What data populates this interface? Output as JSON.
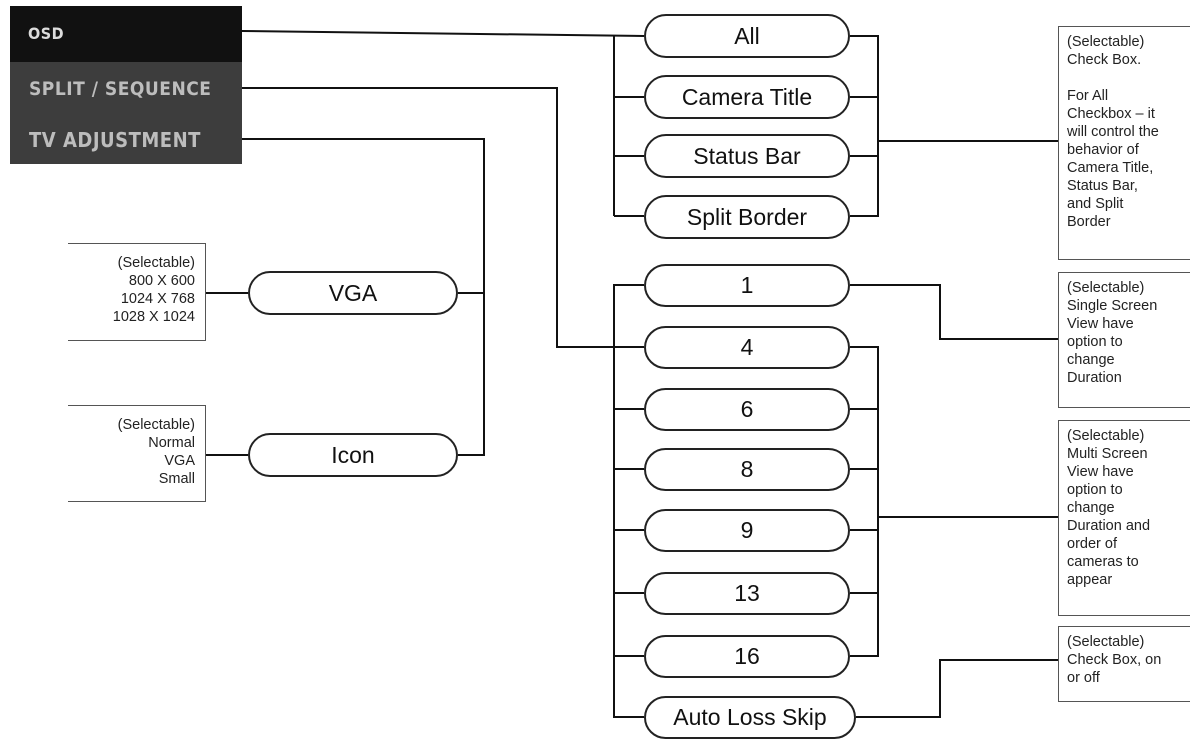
{
  "menu": {
    "items": [
      "OSD",
      "SPLIT / SEQUENCE",
      "TV ADJUSTMENT"
    ]
  },
  "osd_nodes": [
    "All",
    "Camera Title",
    "Status Bar",
    "Split Border"
  ],
  "tv_nodes": [
    "VGA",
    "Icon"
  ],
  "split_nodes": [
    "1",
    "4",
    "6",
    "8",
    "9",
    "13",
    "16",
    "Auto Loss Skip"
  ],
  "notes": {
    "osd": [
      "(Selectable)",
      "Check Box.",
      "",
      "For All",
      "Checkbox – it",
      "will control the",
      "behavior of",
      "Camera Title,",
      "Status Bar,",
      "and Split",
      "Border"
    ],
    "vga": [
      "(Selectable)",
      "800 X 600",
      "1024 X 768",
      "1028 X 1024"
    ],
    "icon": [
      "(Selectable)",
      "Normal",
      "VGA",
      "Small"
    ],
    "single": [
      "(Selectable)",
      "Single Screen",
      "View have",
      "option to",
      "change",
      "Duration"
    ],
    "multi": [
      "(Selectable)",
      "Multi Screen",
      "View have",
      "option to",
      "change",
      "Duration and",
      "order of",
      "cameras to",
      "appear"
    ],
    "autoloss": [
      "(Selectable)",
      "Check Box, on",
      "or off"
    ]
  }
}
